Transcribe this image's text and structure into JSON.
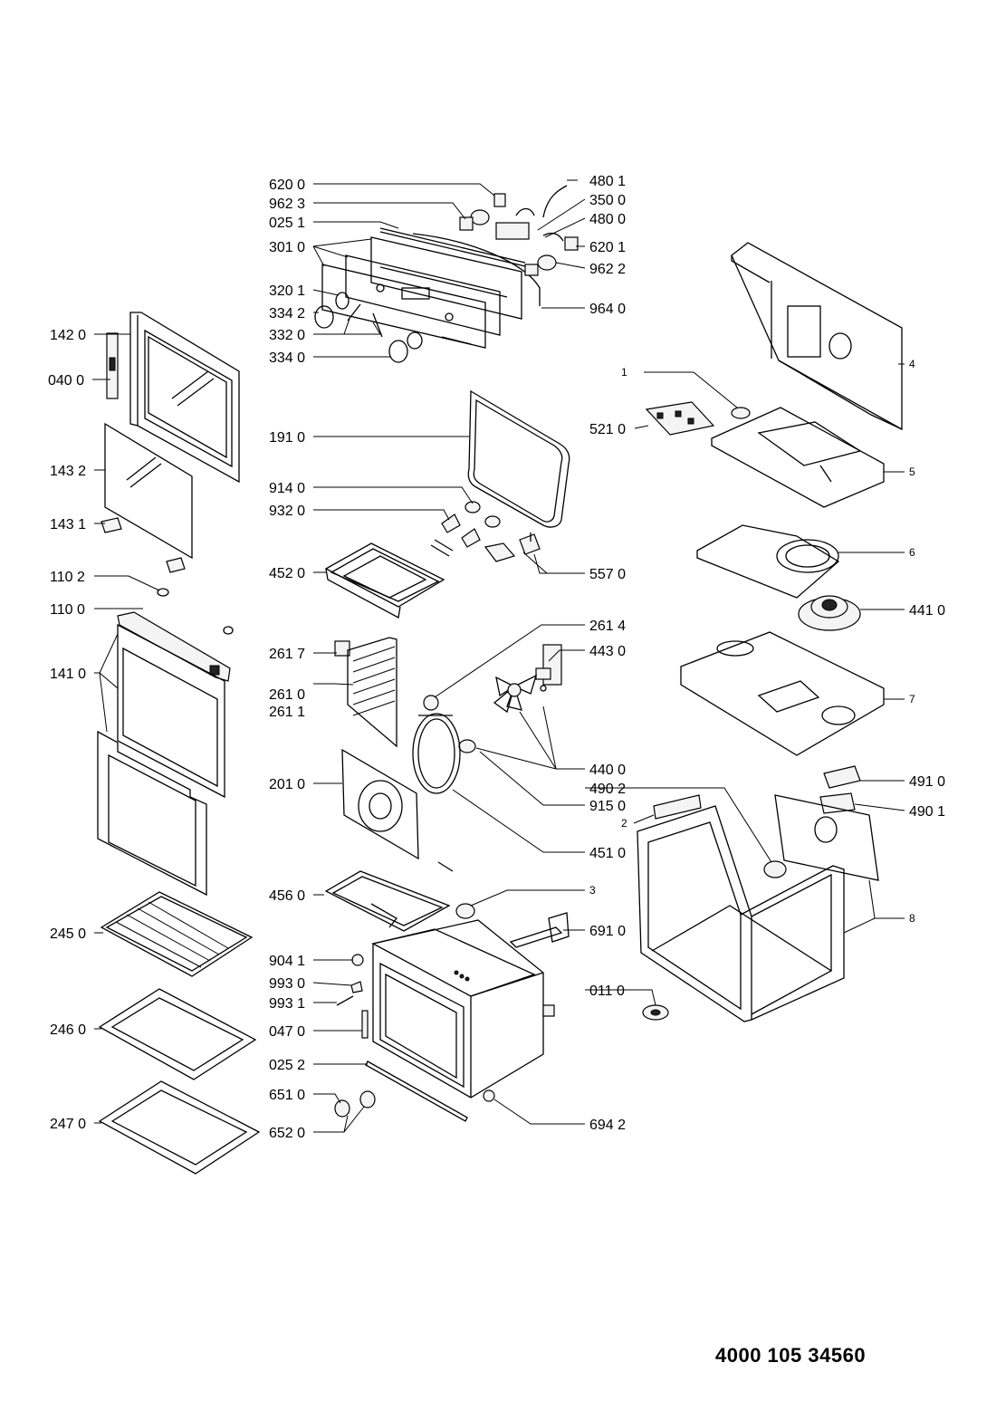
{
  "document_number": "4000 105 34560",
  "labels": {
    "l620_0": "620 0",
    "l962_3": "962 3",
    "l025_1": "025 1",
    "l301_0": "301 0",
    "l320_1": "320 1",
    "l334_2": "334 2",
    "l332_0": "332 0",
    "l334_0": "334 0",
    "l142_0": "142 0",
    "l040_0": "040 0",
    "l143_2": "143 2",
    "l143_1": "143 1",
    "l110_2": "110 2",
    "l110_0": "110 0",
    "l141_0": "141 0",
    "l480_1": "480 1",
    "l350_0": "350 0",
    "l480_0": "480 0",
    "l620_1": "620 1",
    "l962_2": "962 2",
    "l964_0": "964 0",
    "l191_0": "191 0",
    "l914_0": "914 0",
    "l932_0": "932 0",
    "l452_0": "452 0",
    "l557_0": "557 0",
    "l261_7": "261 7",
    "l261_0": "261 0",
    "l261_1": "261 1",
    "l261_4": "261 4",
    "l443_0": "443 0",
    "l201_0": "201 0",
    "l440_0": "440 0",
    "l915_0": "915 0",
    "l451_0": "451 0",
    "l456_0": "456 0",
    "l245_0": "245 0",
    "l246_0": "246 0",
    "l247_0": "247 0",
    "l904_1": "904 1",
    "l993_0": "993 0",
    "l993_1": "993 1",
    "l047_0": "047 0",
    "l025_2": "025 2",
    "l651_0": "651 0",
    "l652_0": "652 0",
    "l694_2": "694 2",
    "l691_0": "691 0",
    "l011_0": "011 0",
    "l1": "1",
    "l521_0": "521 0",
    "l4": "4",
    "l5": "5",
    "l6": "6",
    "l441_0": "441 0",
    "l7": "7",
    "l491_0": "491 0",
    "l490_2": "490 2",
    "l490_1": "490 1",
    "l2": "2",
    "l3": "3",
    "l8": "8"
  }
}
